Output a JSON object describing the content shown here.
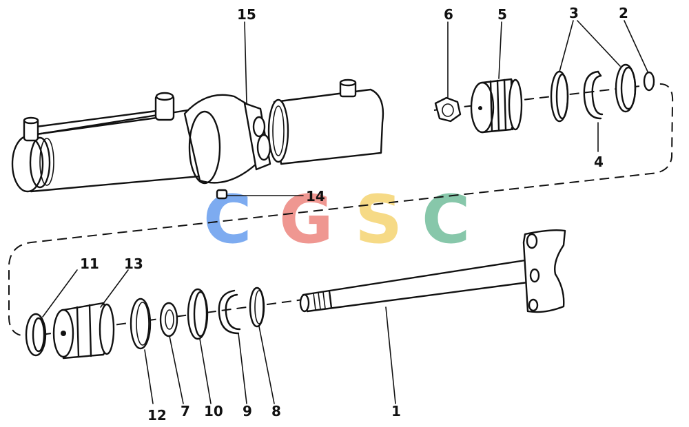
{
  "watermark": {
    "letters": [
      "C",
      "G",
      "S",
      "C"
    ],
    "colors": [
      "#6fa3ef",
      "#ee8c86",
      "#f6d77a",
      "#7bc1a1"
    ]
  },
  "callouts": {
    "c1": "1",
    "c2": "2",
    "c3": "3",
    "c4": "4",
    "c5": "5",
    "c6": "6",
    "c7": "7",
    "c8": "8",
    "c9": "9",
    "c10": "10",
    "c11": "11",
    "c12": "12",
    "c13": "13",
    "c14": "14",
    "c15": "15"
  }
}
